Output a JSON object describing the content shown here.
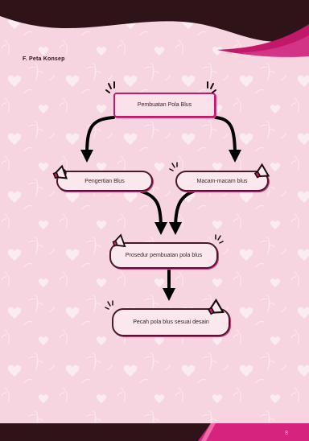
{
  "section": {
    "heading": "F. Peta Konsep"
  },
  "concept_map": {
    "root": "Pembuatan Pola Blus",
    "left": "Pengertian Blus",
    "right": "Macam-macam blus",
    "middle": "Prosedur pembuatan pola blus",
    "bottom": "Pecah pola blus sesuai desain"
  },
  "footer": {
    "page_number": "8"
  },
  "colors": {
    "background": "#f7d5e0",
    "dark_band": "#2e1418",
    "accent_magenta": "#c2186a",
    "box_fill": "#fbe8ef"
  },
  "icons": [
    "megaphone-icon",
    "heart-icon",
    "leaf-icon"
  ]
}
